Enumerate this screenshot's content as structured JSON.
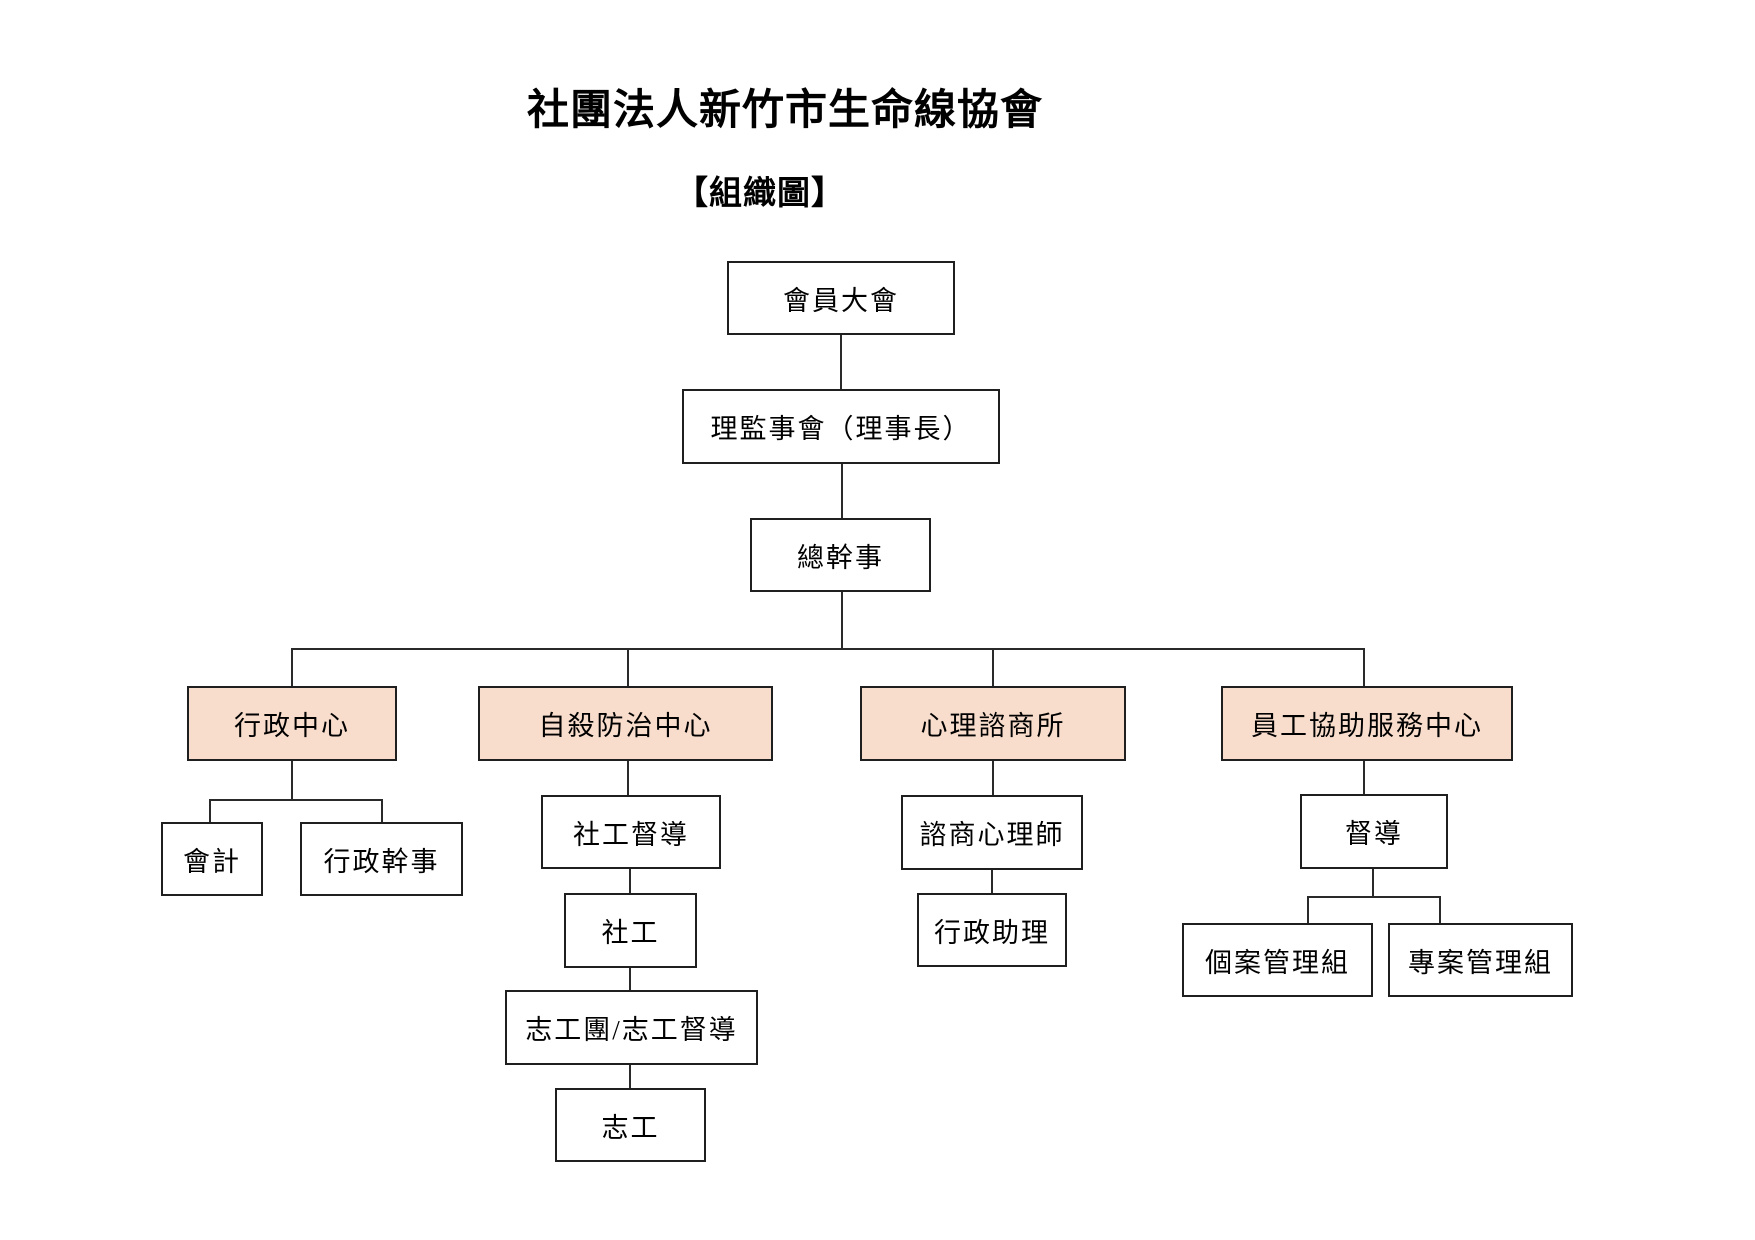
{
  "title": "社團法人新竹市生命線協會",
  "subtitle": "【組織圖】",
  "colors": {
    "background": "#ffffff",
    "box_border": "#1f1f1f",
    "box_fill_default": "#ffffff",
    "box_fill_highlight": "#f8ddcc",
    "connector_line": "#2a2a2a",
    "text": "#000000"
  },
  "nodes": {
    "general_assembly": {
      "label": "會員大會",
      "highlighted": false
    },
    "board": {
      "label": "理監事會（理事長）",
      "highlighted": false
    },
    "secretary_general": {
      "label": "總幹事",
      "highlighted": false
    },
    "admin_center": {
      "label": "行政中心",
      "highlighted": true
    },
    "suicide_prevention_center": {
      "label": "自殺防治中心",
      "highlighted": true
    },
    "counseling_center": {
      "label": "心理諮商所",
      "highlighted": true
    },
    "eap_center": {
      "label": "員工協助服務中心",
      "highlighted": true
    },
    "accounting": {
      "label": "會計",
      "highlighted": false
    },
    "admin_officer": {
      "label": "行政幹事",
      "highlighted": false
    },
    "social_worker_supervisor": {
      "label": "社工督導",
      "highlighted": false
    },
    "social_worker": {
      "label": "社工",
      "highlighted": false
    },
    "volunteer_team": {
      "label": "志工團/志工督導",
      "highlighted": false
    },
    "volunteer": {
      "label": "志工",
      "highlighted": false
    },
    "counseling_psychologist": {
      "label": "諮商心理師",
      "highlighted": false
    },
    "admin_assistant": {
      "label": "行政助理",
      "highlighted": false
    },
    "supervisor": {
      "label": "督導",
      "highlighted": false
    },
    "case_management_team": {
      "label": "個案管理組",
      "highlighted": false
    },
    "project_management_team": {
      "label": "專案管理組",
      "highlighted": false
    }
  },
  "edges": [
    [
      "general_assembly",
      "board"
    ],
    [
      "board",
      "secretary_general"
    ],
    [
      "secretary_general",
      "admin_center"
    ],
    [
      "secretary_general",
      "suicide_prevention_center"
    ],
    [
      "secretary_general",
      "counseling_center"
    ],
    [
      "secretary_general",
      "eap_center"
    ],
    [
      "admin_center",
      "accounting"
    ],
    [
      "admin_center",
      "admin_officer"
    ],
    [
      "suicide_prevention_center",
      "social_worker_supervisor"
    ],
    [
      "social_worker_supervisor",
      "social_worker"
    ],
    [
      "social_worker",
      "volunteer_team"
    ],
    [
      "volunteer_team",
      "volunteer"
    ],
    [
      "counseling_center",
      "counseling_psychologist"
    ],
    [
      "counseling_psychologist",
      "admin_assistant"
    ],
    [
      "eap_center",
      "supervisor"
    ],
    [
      "supervisor",
      "case_management_team"
    ],
    [
      "supervisor",
      "project_management_team"
    ]
  ]
}
